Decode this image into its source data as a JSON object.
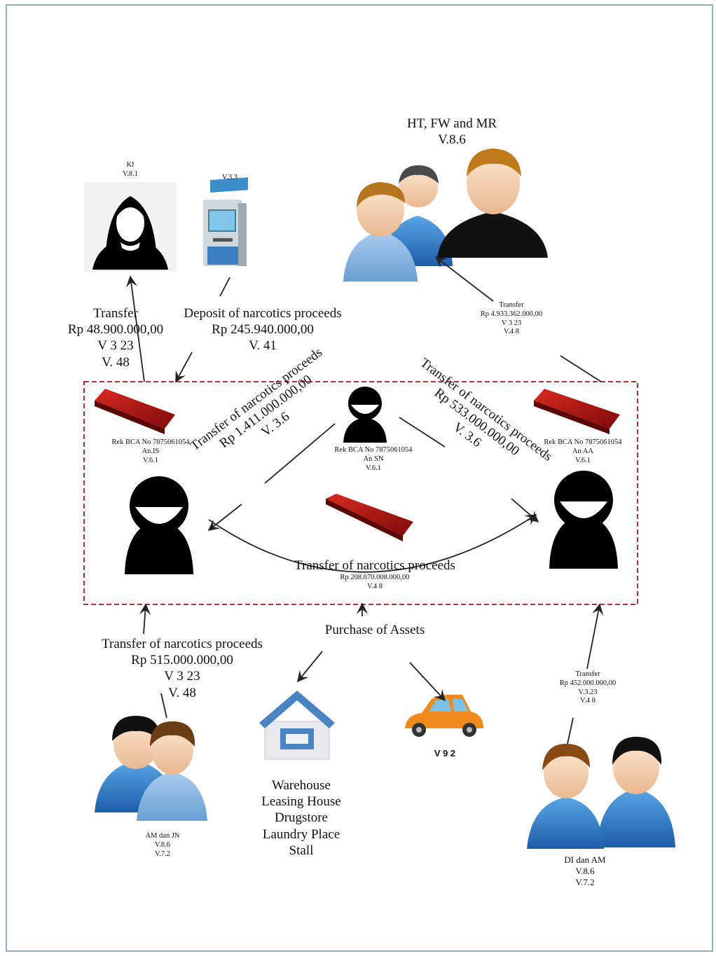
{
  "colors": {
    "frame_border": "#8fb0c0",
    "dashed_box": "#b03040",
    "account_book": "#b01818",
    "person_black": "#000000",
    "person_blue": "#2f7fc8",
    "car": "#f08a1c",
    "house": "#4a84c2"
  },
  "icons": [
    "woman-silhouette-icon",
    "atm-icon",
    "people-group-icon",
    "masked-person-icon",
    "bank-book-icon",
    "house-icon",
    "car-icon"
  ],
  "ki": {
    "name": "KI",
    "ref": "V.8.1"
  },
  "atm": {
    "ref": "V.3.3"
  },
  "ht_group": {
    "name": "HT, FW and MR",
    "ref": "V.8.6"
  },
  "transfer_ki": {
    "label": "Transfer",
    "amount": "Rp 48.900.000,00",
    "ref1": "V 3 23",
    "ref2": "V. 48"
  },
  "deposit": {
    "label": "Deposit of narcotics proceeds",
    "amount": "Rp 245.940.000,00",
    "ref": "V. 41"
  },
  "transfer_ht": {
    "label": "Transfer",
    "amount": "Rp 4.933.362.000,00",
    "ref1": "V 3 23",
    "ref2": "V.4 8"
  },
  "account_is": {
    "line1": "Rek BCA No 7875061054",
    "line2": "An.IS",
    "line3": "V.6.1"
  },
  "account_sn": {
    "line1": "Rek BCA No 7875061054",
    "line2": "An SN",
    "line3": "V.6.1"
  },
  "account_aa": {
    "line1": "Rek BCA No 7875061054",
    "line2": "An AA",
    "line3": "V.6.1"
  },
  "flow_left": {
    "label": "Transfer of narcotics proceeds",
    "amount": "Rp 1.411.000.000,00",
    "ref": "V. 3.6"
  },
  "flow_right": {
    "label": "Transfer of narcotics proceeds",
    "amount": "Rp 533.000.000,00",
    "ref": "V. 3.6"
  },
  "flow_bottom": {
    "label": "Transfer of narcotics proceeds",
    "amount": "Rp 208.670.008.000,00",
    "ref": "V.4 8"
  },
  "purchase": {
    "label": "Purchase of Assets"
  },
  "transfer_am": {
    "label": "Transfer of narcotics proceeds",
    "amount": "Rp 515.000.000,00",
    "ref1": "V 3 23",
    "ref2": "V. 48"
  },
  "am_jn": {
    "name": "AM dan JN",
    "ref1": "V.8.6",
    "ref2": "V.7.2"
  },
  "assets": {
    "line1": "Warehouse",
    "line2": "Leasing House",
    "line3": "Drugstore",
    "line4": "Laundry Place",
    "line5": "Stall"
  },
  "car": {
    "ref": "V 9 2"
  },
  "transfer_di": {
    "label": "Transfer",
    "amount": "Rp 452.000.000,00",
    "ref1": "V.3.23",
    "ref2": "V.4 8"
  },
  "di_am": {
    "name": "DI dan AM",
    "ref1": "V.8.6",
    "ref2": "V.7.2"
  }
}
